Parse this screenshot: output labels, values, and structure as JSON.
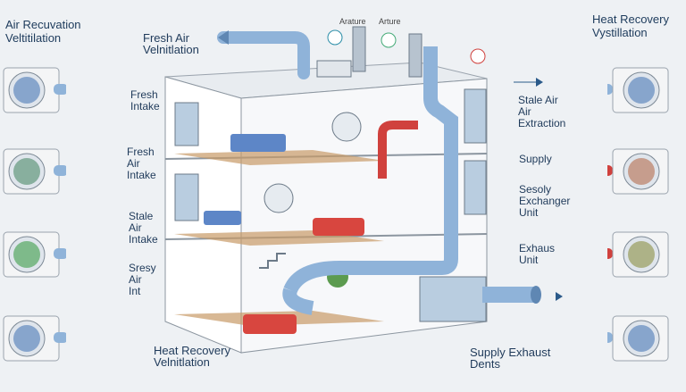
{
  "title_left": "Air Recuvation\nVeltitilation",
  "title_right": "Heat Recovery\nVystillation",
  "labels": {
    "fresh_air_ventilation": "Fresh Air\nVelnitlation",
    "arture_1": "Arature",
    "arture_2": "Arture",
    "fresh_intake": "Fresh\nIntake",
    "fresh_air_intake": "Fresh\nAir\nIntake",
    "stale_air_intake": "Stale\nAir\nIntake",
    "sresy_air": "Sresy\nAir\nInt",
    "stale_air_extraction": "Stale Air\nAir\nExtraction",
    "supply": "Supply",
    "exchanger_unit": "Sesoly\nExchanger\nUnit",
    "exhaust_unit": "Exhaus\nUnit",
    "heat_recovery_ventilation": "Heat Recovery\nVelnitlation",
    "supply_exhaust_vents": "Supply Exhaust\nDents"
  },
  "colors": {
    "duct": "#8fb3d9",
    "duct_dark": "#5f87b3",
    "duct_red": "#d0413d",
    "wall": "#ffffff",
    "floor_wood": "#c89a66",
    "sofa_red": "#d8463f",
    "bed_blue": "#5d86c7",
    "unit_body": "#f4f5f6"
  },
  "units_left": [
    {
      "fan_color": "#4d79b8"
    },
    {
      "fan_color": "#4f8a6b"
    },
    {
      "fan_color": "#3d9d4a"
    },
    {
      "fan_color": "#4d79b8"
    }
  ],
  "units_right": [
    {
      "fan_color": "#4d79b8",
      "pipe_color": "#8fb3d9"
    },
    {
      "fan_color": "#b56c4f",
      "pipe_color": "#d0413d"
    },
    {
      "fan_color": "#8c8f45",
      "pipe_color": "#d0413d"
    },
    {
      "fan_color": "#4d79b8",
      "pipe_color": "#8fb3d9"
    }
  ]
}
